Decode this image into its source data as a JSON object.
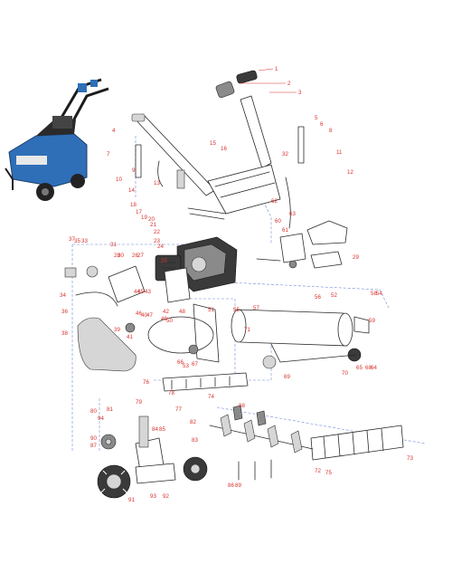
{
  "callouts": [
    "1",
    "2",
    "3",
    "4",
    "5",
    "6",
    "7",
    "8",
    "9",
    "10",
    "11",
    "12",
    "13",
    "14",
    "15",
    "16",
    "17",
    "18",
    "19",
    "20",
    "21",
    "22",
    "23",
    "24",
    "25",
    "26",
    "27",
    "28",
    "29",
    "30",
    "31",
    "32",
    "33",
    "34",
    "35",
    "36",
    "37",
    "38",
    "39",
    "40",
    "41",
    "42",
    "43",
    "44",
    "45",
    "46",
    "47",
    "48",
    "49",
    "50",
    "51",
    "52",
    "53",
    "54",
    "55",
    "56",
    "57",
    "58",
    "59",
    "60",
    "61",
    "62",
    "63",
    "64",
    "65",
    "66",
    "67",
    "68",
    "69",
    "70",
    "71",
    "72",
    "73",
    "74",
    "75",
    "76",
    "77",
    "78",
    "79",
    "80",
    "81",
    "82",
    "83",
    "84",
    "85",
    "86",
    "87",
    "88",
    "89",
    "90",
    "91",
    "92",
    "93",
    "94"
  ],
  "inset_photo": {
    "description_icon": "machine-preview-icon",
    "colors": {
      "body": "#2f6fb8",
      "handle": "#1c1c1c",
      "tyre": "#222222"
    }
  },
  "colors": {
    "callout": "#d8312c",
    "line_art": "#2a2a2a",
    "guide_dash": "#6b8bd6"
  }
}
